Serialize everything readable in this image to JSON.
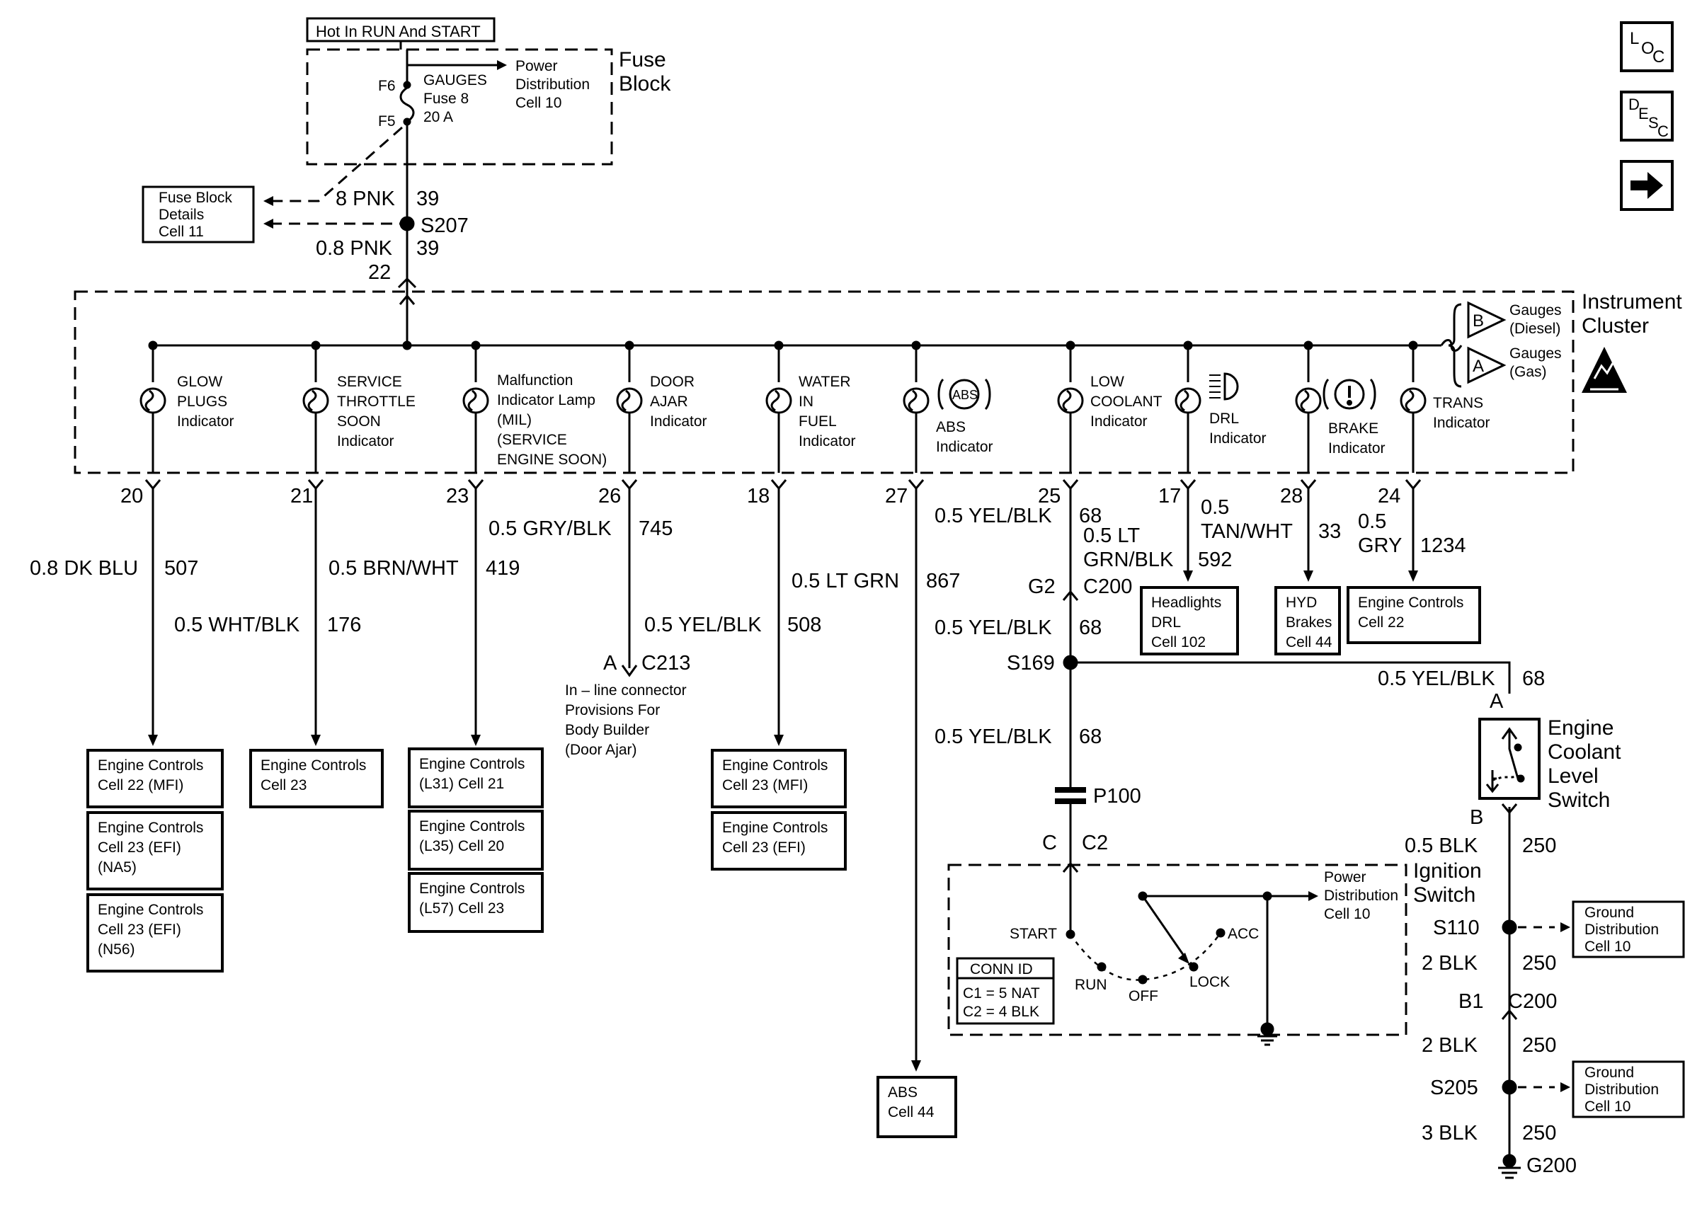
{
  "header": {
    "hot_label": "Hot In RUN And START"
  },
  "fuse_block": {
    "title_line1": "Fuse",
    "title_line2": "Block",
    "pin_f6": "F6",
    "pin_f5": "F5",
    "fuse_line1": "GAUGES",
    "fuse_line2": "Fuse 8",
    "fuse_line3": "20 A",
    "power_line1": "Power",
    "power_line2": "Distribution",
    "power_line3": "Cell 10"
  },
  "fuse_block_details": {
    "line1": "Fuse Block",
    "line2": "Details",
    "line3": "Cell 11"
  },
  "feed": {
    "upper_wire": "8 PNK",
    "upper_circuit": "39",
    "splice": "S207",
    "lower_wire": "0.8 PNK",
    "lower_circuit": "39",
    "pin": "22"
  },
  "cluster": {
    "title_line1": "Instrument",
    "title_line2": "Cluster",
    "gauge_b": "B",
    "gauge_a": "A",
    "gauge_b_line1": "Gauges",
    "gauge_b_line2": "(Diesel)",
    "gauge_a_line1": "Gauges",
    "gauge_a_line2": "(Gas)",
    "abs_symbol": "ABS"
  },
  "indicators": [
    {
      "lines": [
        "GLOW",
        "PLUGS",
        "Indicator"
      ],
      "pin": "20"
    },
    {
      "lines": [
        "SERVICE",
        "THROTTLE",
        "SOON",
        "Indicator"
      ],
      "pin": "21"
    },
    {
      "lines": [
        "Malfunction",
        "Indicator Lamp",
        "(MIL)",
        "(SERVICE",
        "ENGINE SOON)"
      ],
      "pin": "23"
    },
    {
      "lines": [
        "DOOR",
        "AJAR",
        "Indicator"
      ],
      "pin": "26"
    },
    {
      "lines": [
        "WATER",
        "IN",
        "FUEL",
        "Indicator"
      ],
      "pin": "18"
    },
    {
      "lines": [
        "ABS",
        "Indicator"
      ],
      "pin": "27"
    },
    {
      "lines": [
        "LOW",
        "COOLANT",
        "Indicator"
      ],
      "pin": "25"
    },
    {
      "lines": [
        "DRL",
        "Indicator"
      ],
      "pin": "17"
    },
    {
      "lines": [
        "BRAKE",
        "Indicator"
      ],
      "pin": "28"
    },
    {
      "lines": [
        "TRANS",
        "Indicator"
      ],
      "pin": "24"
    }
  ],
  "wires": {
    "glow": {
      "color": "0.8 DK BLU",
      "circuit": "507"
    },
    "throttle": {
      "color": "0.5 WHT/BLK",
      "circuit": "176"
    },
    "mil": {
      "color": "0.5 BRN/WHT",
      "circuit": "419"
    },
    "door": {
      "color": "0.5 GRY/BLK",
      "circuit": "745"
    },
    "water": {
      "color": "0.5 YEL/BLK",
      "circuit": "508"
    },
    "abs": {
      "color": "0.5 LT GRN",
      "circuit": "867"
    },
    "coolant_upper": {
      "color": "0.5 YEL/BLK",
      "circuit": "68"
    },
    "coolant_mid": {
      "color": "0.5 YEL/BLK",
      "circuit": "68"
    },
    "coolant_lower": {
      "color": "0.5 YEL/BLK",
      "circuit": "68"
    },
    "coolant_branch": {
      "color": "0.5 YEL/BLK",
      "circuit": "68"
    },
    "drl_line1": "0.5 LT",
    "drl_line2": "GRN/BLK",
    "drl_circuit": "592",
    "brake_line1": "0.5",
    "brake_line2": "TAN/WHT",
    "brake_circuit": "33",
    "trans_line1": "0.5",
    "trans_line2": "GRY",
    "trans_circuit": "1234",
    "ign_ground": {
      "color": "0.5 BLK",
      "circuit": "250"
    },
    "ground_mid": {
      "color": "2 BLK",
      "circuit": "250"
    },
    "ground_low": {
      "color": "2 BLK",
      "circuit": "250"
    },
    "ground_last": {
      "color": "3 BLK",
      "circuit": "250"
    }
  },
  "connectors": {
    "c213_pin": "A",
    "c213": "C213",
    "c213_note": [
      "In – line connector",
      "Provisions For",
      "Body Builder",
      "(Door Ajar)"
    ],
    "c200_pin": "G2",
    "c200": "C200",
    "s169": "S169",
    "p100": "P100",
    "c2_pin": "C",
    "c2": "C2",
    "switch_pin_a": "A",
    "switch_pin_b": "B",
    "s110": "S110",
    "c200b_pin": "B1",
    "c200b": "C200",
    "s205": "S205",
    "g200": "G200"
  },
  "coolant_switch": {
    "lines": [
      "Engine",
      "Coolant",
      "Level",
      "Switch"
    ]
  },
  "ignition": {
    "title_line1": "Ignition",
    "title_line2": "Switch",
    "start": "START",
    "run": "RUN",
    "off": "OFF",
    "lock": "LOCK",
    "acc": "ACC",
    "power_line1": "Power",
    "power_line2": "Distribution",
    "power_line3": "Cell 10",
    "conn_title": "CONN ID",
    "conn_c1": "C1 = 5 NAT",
    "conn_c2": "C2 = 4 BLK"
  },
  "boxes": {
    "glow": [
      [
        "Engine Controls",
        "Cell 22 (MFI)"
      ],
      [
        "Engine Controls",
        "Cell 23 (EFI)",
        "(NA5)"
      ],
      [
        "Engine Controls",
        "Cell 23 (EFI)",
        "(N56)"
      ]
    ],
    "throttle": [
      [
        "Engine Controls",
        "Cell 23"
      ]
    ],
    "mil": [
      [
        "Engine Controls",
        "(L31) Cell 21"
      ],
      [
        "Engine Controls",
        "(L35) Cell 20"
      ],
      [
        "Engine Controls",
        "(L57) Cell 23"
      ]
    ],
    "water": [
      [
        "Engine Controls",
        "Cell 23 (MFI)"
      ],
      [
        "Engine Controls",
        "Cell 23 (EFI)"
      ]
    ],
    "abs": [
      "ABS",
      "Cell 44"
    ],
    "drl": [
      "Headlights",
      "DRL",
      "Cell 102"
    ],
    "brake": [
      "HYD",
      "Brakes",
      "Cell 44"
    ],
    "trans": [
      "Engine Controls",
      "Cell 22"
    ],
    "ground1": [
      "Ground",
      "Distribution",
      "Cell 10"
    ],
    "ground2": [
      "Ground",
      "Distribution",
      "Cell 10"
    ]
  },
  "nav": {
    "loc": [
      "L",
      "O",
      "C"
    ],
    "desc": [
      "D",
      "E",
      "S",
      "C"
    ]
  }
}
